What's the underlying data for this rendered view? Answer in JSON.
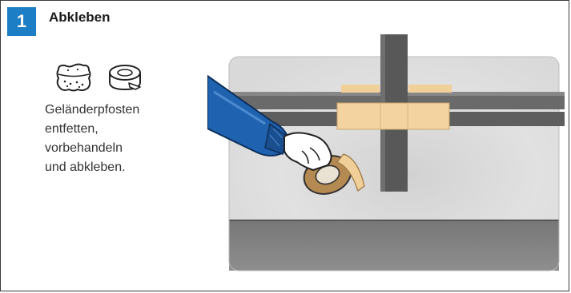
{
  "step": {
    "number": "1",
    "title": "Abkleben",
    "icons": [
      "sponge-icon",
      "tape-roll-icon"
    ],
    "text_lines": [
      "Geländerpfosten",
      "entfetten,",
      "vorbehandeln",
      "und abkleben."
    ]
  },
  "colors": {
    "badge": "#1c7ec5",
    "tape": "#f1cf98",
    "post": "#585859",
    "sleeve": "#1f63b0"
  }
}
